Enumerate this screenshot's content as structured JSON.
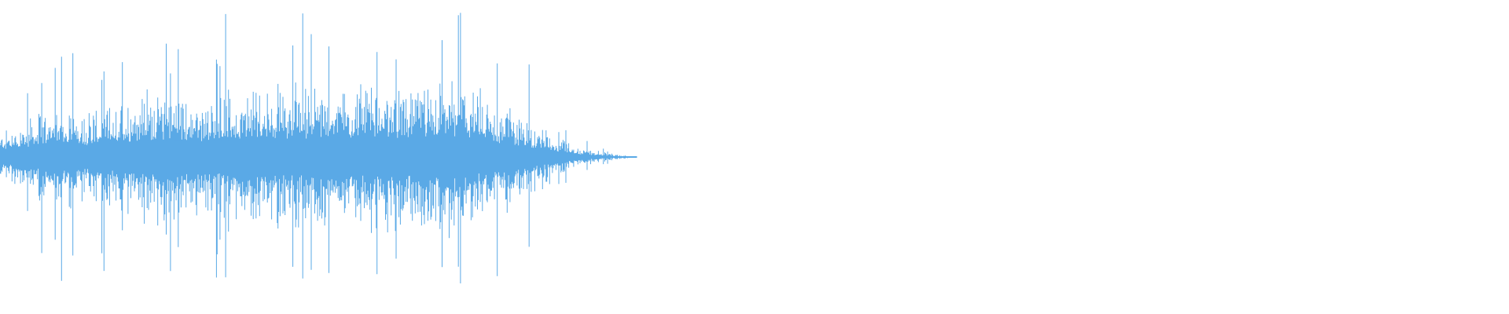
{
  "waveform": {
    "color": "#5aa9e6",
    "background": "#ffffff",
    "icon": "audio-waveform-icon",
    "amplitude_envelope": [
      0.18,
      0.3,
      0.42,
      0.36,
      0.42,
      0.52,
      0.48,
      0.47,
      0.52,
      0.55,
      0.56,
      0.56,
      0.58,
      0.55,
      0.56,
      0.62,
      0.56,
      0.45,
      0.34,
      0.2,
      0.07,
      0.03,
      0.0
    ]
  }
}
